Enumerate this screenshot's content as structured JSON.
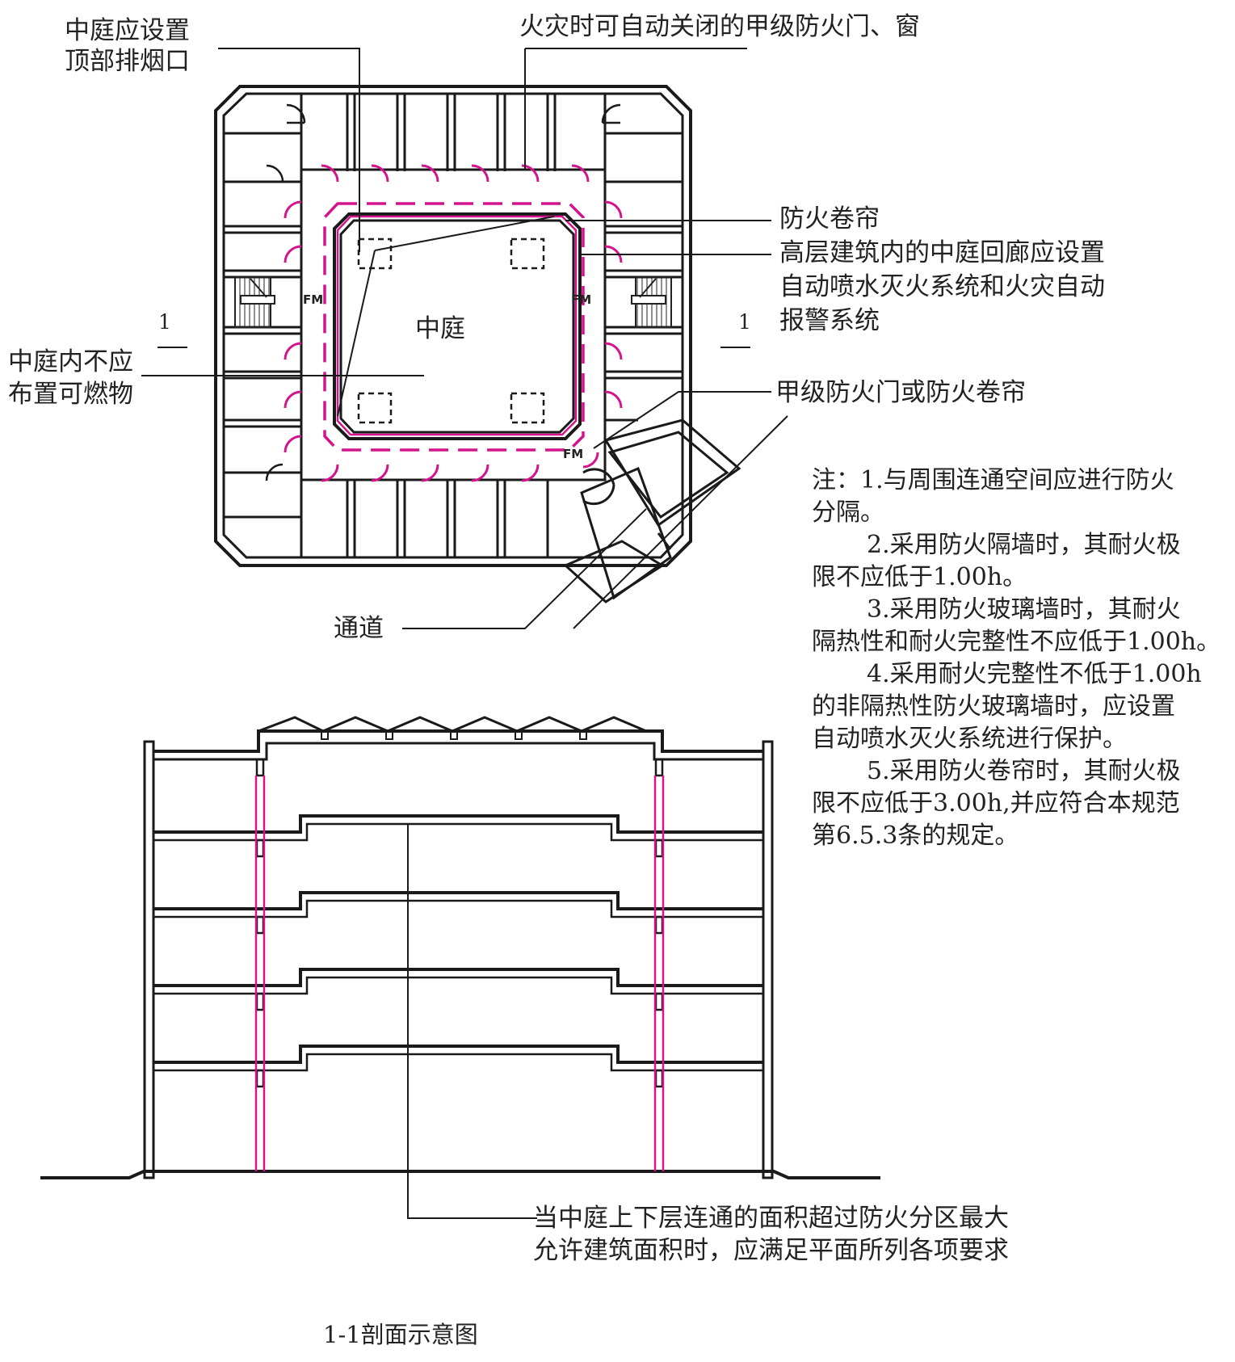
{
  "plan": {
    "smoke_vent": [
      "中庭应设置",
      "顶部排烟口"
    ],
    "fire_doors": "火灾时可自动关闭的甲级防火门、窗",
    "rolling_shutter": "防火卷帘",
    "corridor_systems": [
      "高层建筑内的中庭回廊应设置",
      "自动喷水灭火系统和火灾自动",
      "报警系统"
    ],
    "atrium": "中庭",
    "no_combustibles": [
      "中庭内不应",
      "布置可燃物"
    ],
    "door_or_shutter": "甲级防火门或防火卷帘",
    "passage": "通道",
    "section_mark_left": "1",
    "section_mark_right": "1",
    "fm_label": "FM"
  },
  "notes": {
    "head": "注：1.与周围连通空间应进行防火",
    "n1b": "分隔。",
    "n2a": "2.采用防火隔墙时，其耐火极",
    "n2b": "限不应低于1.00h。",
    "n3a": "3.采用防火玻璃墙时，其耐火",
    "n3b": "隔热性和耐火完整性不应低于1.00h。",
    "n4a": "4.采用耐火完整性不低于1.00h",
    "n4b": "的非隔热性防火玻璃墙时，应设置",
    "n4c": "自动喷水灭火系统进行保护。",
    "n5a": "5.采用防火卷帘时，其耐火极",
    "n5b": "限不应低于3.00h,并应符合本规范",
    "n5c": "第6.5.3条的规定。"
  },
  "section": {
    "note": [
      "当中庭上下层连通的面积超过防火分区最大",
      "允许建筑面积时，应满足平面所列各项要求"
    ],
    "caption": "1-1剖面示意图"
  },
  "colors": {
    "line": "#1a1a1a",
    "fire_barrier": "#d4148c"
  }
}
